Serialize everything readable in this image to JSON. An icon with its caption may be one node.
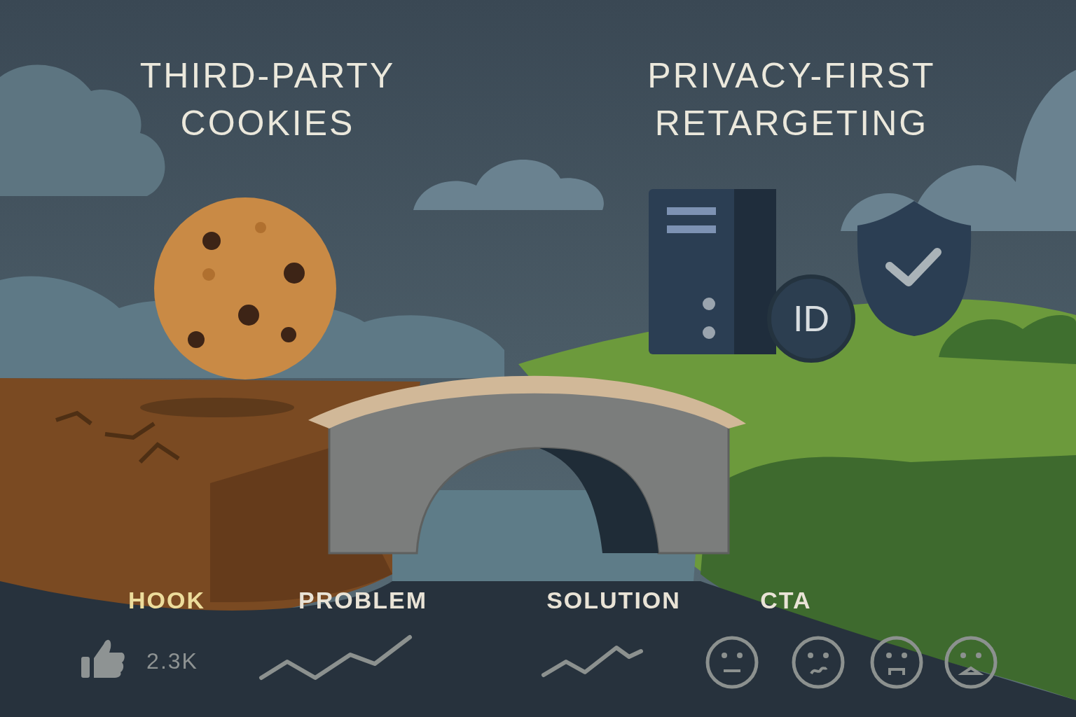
{
  "diagram": {
    "nodes": [
      {
        "text": [
          "ID"
        ]
      }
    ],
    "labels": [
      "THIRD-PARTY COOKIES",
      "PRIVACY-FIRST RETARGETING",
      "HOOK",
      "PROBLEM",
      "SOLUTION",
      "CTA",
      "2.3K"
    ]
  }
}
